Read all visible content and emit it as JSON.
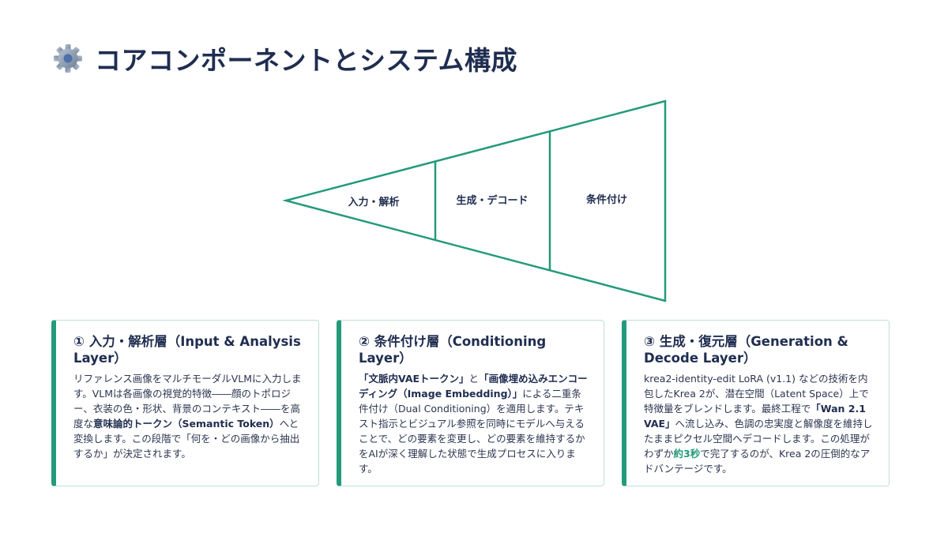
{
  "title": "コアコンポーネントとシステム構成",
  "icons": {
    "title_icon": "gear-icon",
    "colors": {
      "accent": "#239a7b",
      "title": "#1f2d50"
    }
  },
  "funnel": {
    "segments": [
      "入力・解析",
      "生成・デコード",
      "条件付け"
    ]
  },
  "cards": [
    {
      "title": "① 入力・解析層（Input & Analysis Layer）",
      "body": [
        {
          "t": "リファレンス画像をマルチモーダルVLMに入力します。VLMは各画像の視覚的特徴――顔のトポロジー、衣装の色・形状、背景のコンテキスト――を高度な"
        },
        {
          "t": "意味論的トークン（Semantic Token）",
          "b": true
        },
        {
          "t": "へと変換します。この段階で「何を・どの画像から抽出するか」が決定されます。"
        }
      ]
    },
    {
      "title": "② 条件付け層（Conditioning Layer）",
      "body": [
        {
          "t": "「文脈内VAEトークン」",
          "b": true
        },
        {
          "t": "と"
        },
        {
          "t": "「画像埋め込みエンコーディング（Image Embedding）」",
          "b": true
        },
        {
          "t": "による二重条件付け（Dual Conditioning）を適用します。テキスト指示とビジュアル参照を同時にモデルへ与えることで、どの要素を変更し、どの要素を維持するかをAIが深く理解した状態で生成プロセスに入ります。"
        }
      ]
    },
    {
      "title": "③ 生成・復元層（Generation & Decode Layer）",
      "body": [
        {
          "t": "krea2-identity-edit LoRA (v1.1) などの技術を内包したKrea 2が、潜在空間（Latent Space）上で特徴量をブレンドします。最終工程で"
        },
        {
          "t": "「Wan 2.1 VAE」",
          "b": true
        },
        {
          "t": "へ流し込み、色調の忠実度と解像度を維持したままピクセル空間へデコードします。この処理がわずか"
        },
        {
          "t": "約3秒",
          "accent": true
        },
        {
          "t": "で完了するのが、Krea 2の圧倒的なアドバンテージです。"
        }
      ]
    }
  ]
}
